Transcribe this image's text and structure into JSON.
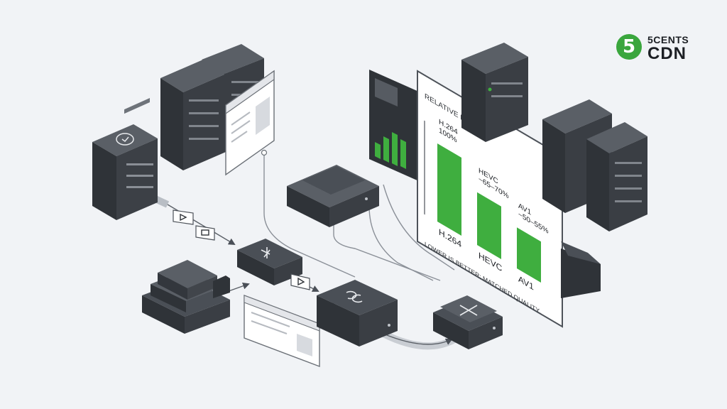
{
  "brand": {
    "badge": "5",
    "line1": "5CENTS",
    "line2": "CDN"
  },
  "chart_data": {
    "type": "bar",
    "title": "RELATIVE BITRATE",
    "categories": [
      "H.264",
      "HEVC",
      "AV1"
    ],
    "values": [
      100,
      67.5,
      52.5
    ],
    "value_labels": [
      "H.264\n100%",
      "HEVC\n~65–70%",
      "AV1\n~50–55%"
    ],
    "note": "LOWER IS BETTER; MATCHED QUALITY",
    "ylim": [
      0,
      100
    ],
    "bar_color": "#3fae3f"
  },
  "icons": {
    "play": "play-icon",
    "video": "video-icon",
    "split": "split-icon",
    "refresh": "refresh-icon",
    "shuffle": "shuffle-icon",
    "clock": "clock-icon"
  }
}
